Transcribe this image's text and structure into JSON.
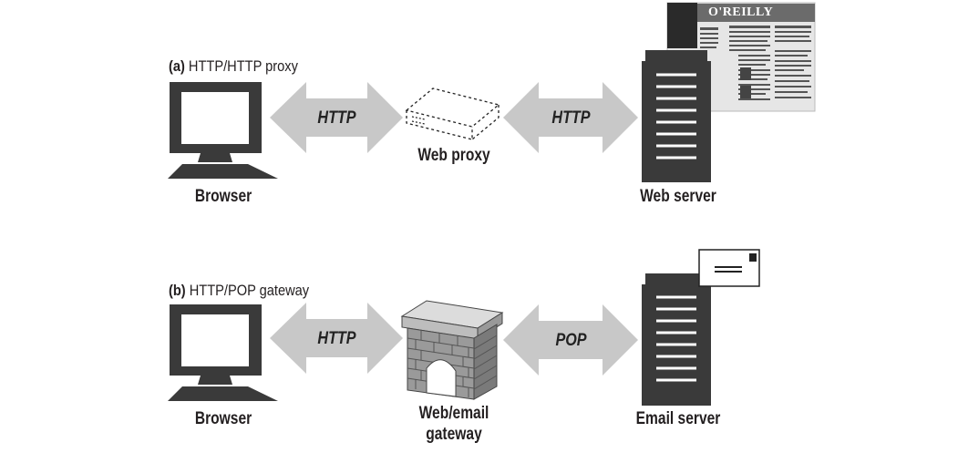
{
  "panel_a": {
    "caption_id": "(a)",
    "caption_text": " HTTP/HTTP proxy",
    "client_label": "Browser",
    "left_protocol": "HTTP",
    "middle_label": "Web proxy",
    "right_protocol": "HTTP",
    "server_label": "Web server",
    "webpage_brand": "O'REILLY"
  },
  "panel_b": {
    "caption_id": "(b)",
    "caption_text": " HTTP/POP gateway",
    "client_label": "Browser",
    "left_protocol": "HTTP",
    "middle_label_line1": "Web/email",
    "middle_label_line2": "gateway",
    "right_protocol": "POP",
    "server_label": "Email server"
  }
}
